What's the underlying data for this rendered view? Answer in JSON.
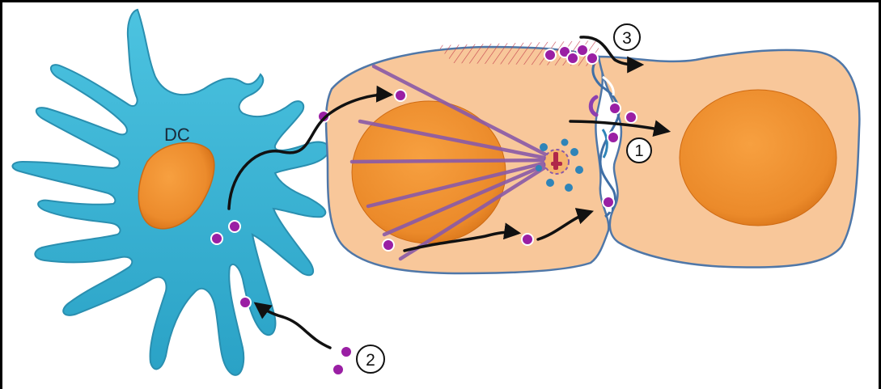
{
  "labels": {
    "dc": "DC",
    "step_1": "1",
    "step_2": "2",
    "step_3": "3"
  },
  "colors": {
    "dendritic_cell": "#3bb3d4",
    "dendritic_cell_outline": "#2a8fb0",
    "cell_body": "#f8c79a",
    "cell_outline": "#4f77a8",
    "nucleus": "#ec8b2c",
    "nucleus_dark": "#d86f16",
    "particle": "#9a1fa4",
    "particle_rim": "#ffffff",
    "spindle_fibers": "#8a5aa8",
    "arrow": "#111111",
    "actin_hatch": "#c23a4a",
    "vesicle_blue": "#2f84b8"
  },
  "icons": {
    "arrow_1": "arrow-icon",
    "arrow_2": "arrow-icon",
    "arrow_3": "arrow-icon"
  }
}
